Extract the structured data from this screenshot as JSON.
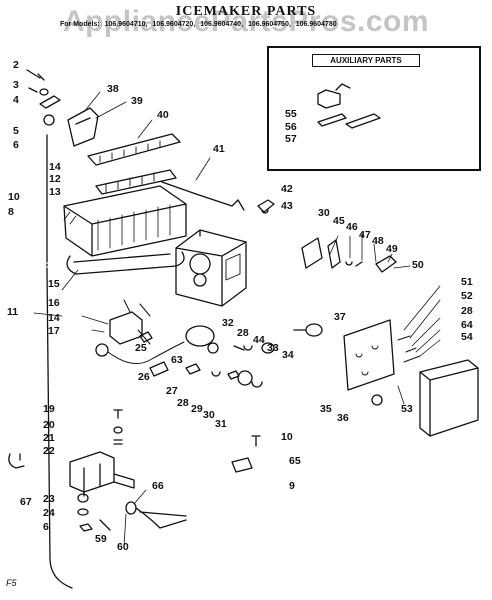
{
  "watermark": "AppliancePartsPros.com",
  "title": "ICEMAKER PARTS",
  "models": {
    "prefix": "For Models:",
    "list": [
      "106.9604710,",
      "106.9604720,",
      "106.9604740,",
      "106.9604750,",
      "106.9604780"
    ]
  },
  "auxiliary_parts_label": "AUXILIARY PARTS",
  "page_code": "F5",
  "callouts": {
    "c2": "2",
    "c3": "3",
    "c4": "4",
    "c5": "5",
    "c6a": "6",
    "c38": "38",
    "c39": "39",
    "c40": "40",
    "c41": "41",
    "c14a": "14",
    "c12": "12",
    "c13": "13",
    "c10a": "10",
    "c8": "8",
    "c42": "42",
    "c43": "43",
    "c30a": "30",
    "c45": "45",
    "c46": "46",
    "c47": "47",
    "c48": "48",
    "c49": "49",
    "c50": "50",
    "c55": "55",
    "c56": "56",
    "c57": "57",
    "c15": "15",
    "c11": "11",
    "c16": "16",
    "c14b": "14",
    "c17": "17",
    "c25": "25",
    "c26": "26",
    "c63": "63",
    "c32": "32",
    "c28a": "28",
    "c44": "44",
    "c33": "33",
    "c34": "34",
    "c37": "37",
    "c27": "27",
    "c28b": "28",
    "c29": "29",
    "c30b": "30",
    "c31": "31",
    "c51": "51",
    "c52": "52",
    "c28c": "28",
    "c64": "64",
    "c54": "54",
    "c35": "35",
    "c36": "36",
    "c53": "53",
    "c19": "19",
    "c20": "20",
    "c21": "21",
    "c22": "22",
    "c10b": "10",
    "c65": "65",
    "c9": "9",
    "c66": "66",
    "c67": "67",
    "c23": "23",
    "c24": "24",
    "c6b": "6",
    "c59": "59",
    "c60": "60"
  }
}
